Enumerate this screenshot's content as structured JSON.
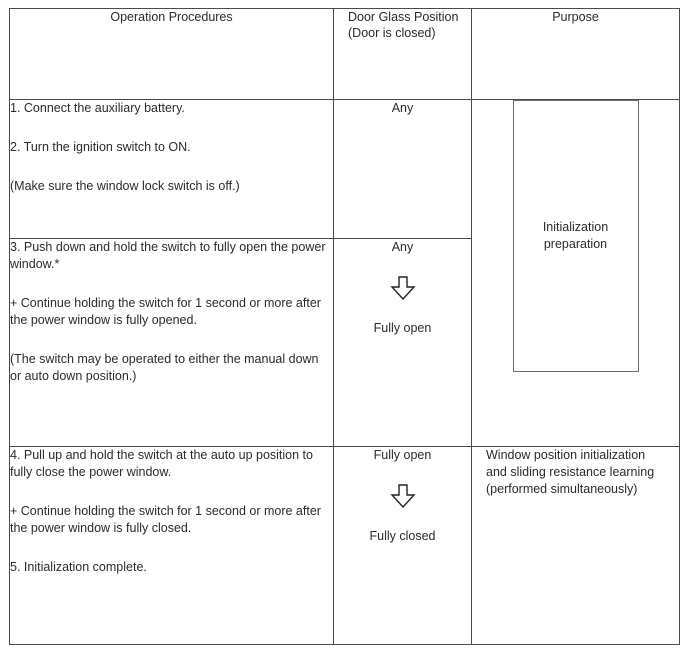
{
  "table": {
    "columns": [
      {
        "id": "operation-procedures",
        "header": "Operation Procedures"
      },
      {
        "id": "door-glass-position",
        "header_line1": "Door Glass Position",
        "header_line2": "(Door is closed)"
      },
      {
        "id": "purpose",
        "header": "Purpose"
      }
    ],
    "rows": [
      {
        "id": "row-1",
        "procedures": [
          "1. Connect the auxiliary battery.",
          "2. Turn the ignition switch to ON.",
          "(Make sure the window lock switch is off.)"
        ],
        "position": {
          "labels": [
            "Any"
          ],
          "arrow": false
        },
        "purpose_box": {
          "line1": "Initialization",
          "line2": "preparation"
        }
      },
      {
        "id": "row-2",
        "procedures": [
          "3. Push down and hold the switch to fully open the power window.*",
          "+ Continue holding the switch for 1 second or more after the power window is fully opened.",
          "(The switch may be operated to either the manual down or auto down position.)"
        ],
        "position": {
          "labels": [
            "Any",
            "Fully open"
          ],
          "arrow": true,
          "arrow_icon": "down-arrow-icon"
        }
      },
      {
        "id": "row-3",
        "procedures": [
          "4. Pull up and hold the switch at the auto up position to fully close the power window.",
          "+ Continue holding the switch for 1 second or more after the power window is fully closed.",
          "5. Initialization complete."
        ],
        "position": {
          "labels": [
            "Fully open",
            "Fully closed"
          ],
          "arrow": true,
          "arrow_icon": "down-arrow-icon"
        },
        "purpose": {
          "line1": "Window position initialization",
          "line2": "and sliding resistance learning",
          "line3": "(performed simultaneously)"
        }
      }
    ]
  },
  "colors": {
    "border": "#4a4a4a",
    "inner_box_border": "#6a6a6a",
    "text": "#2b2b2b",
    "background": "#ffffff"
  }
}
